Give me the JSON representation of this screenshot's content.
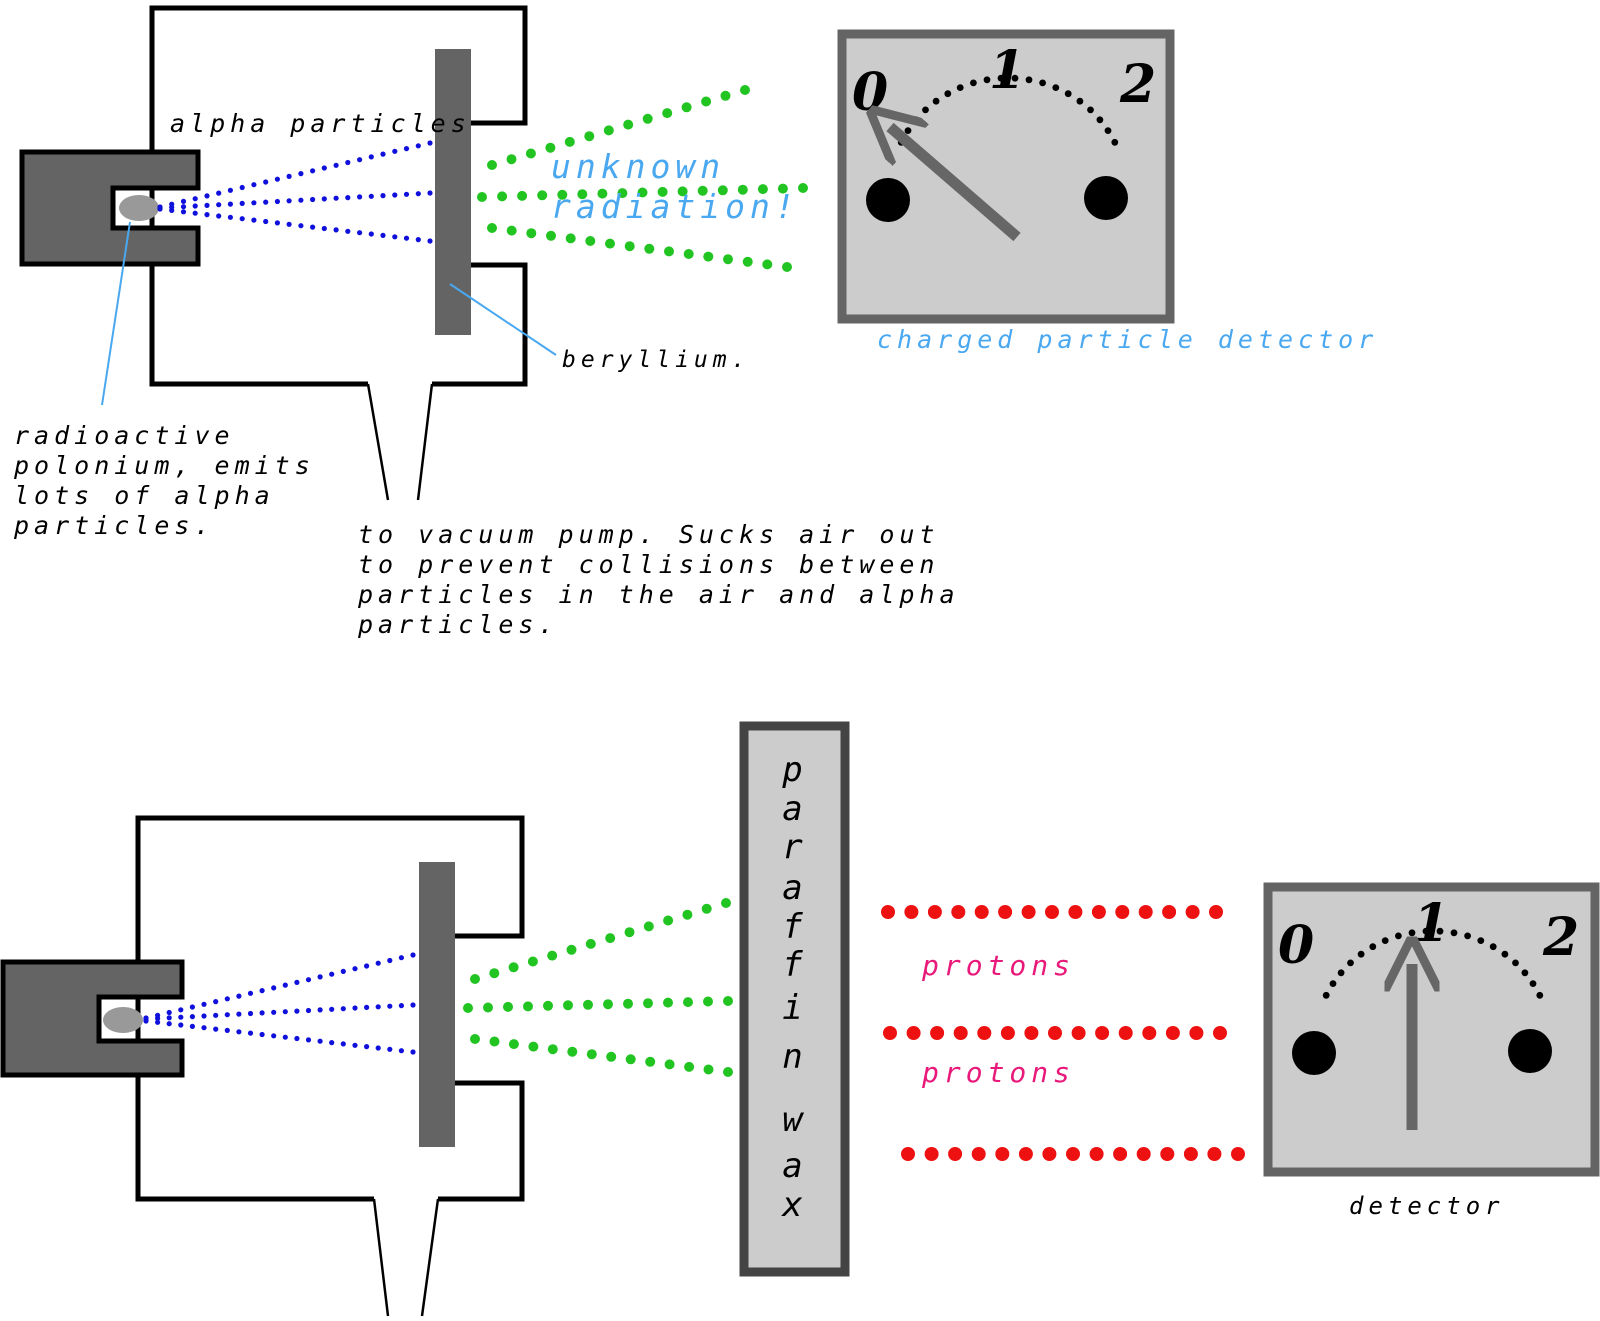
{
  "top": {
    "alpha_label": "alpha particles",
    "unknown_line1": "unknown",
    "unknown_line2": "radiation!",
    "beryllium_label": "beryllium.",
    "polonium_lines": [
      "radioactive",
      "polonium, emits",
      "lots of alpha",
      "particles."
    ],
    "pump_lines": [
      "to vacuum pump.  Sucks air out",
      "to prevent collisions between",
      "particles in the air and alpha",
      "particles."
    ],
    "detector_label": "charged particle detector",
    "dial_reading": 0
  },
  "bottom": {
    "paraffin_letters": [
      "p",
      "a",
      "r",
      "a",
      "f",
      "f",
      "i",
      "n",
      "w",
      "a",
      "x"
    ],
    "protons_label_1": "protons",
    "protons_label_2": "protons",
    "detector_label": "detector",
    "dial_reading": 1
  },
  "dial_ticks": [
    "0",
    "1",
    "2"
  ],
  "colors": {
    "alpha": "#1010dd",
    "unknown": "#22c422",
    "protons": "#ee1111",
    "callout": "#4aa8f0",
    "proton_text": "#e8197a",
    "block": "#646464",
    "meter": "#cccccc"
  }
}
